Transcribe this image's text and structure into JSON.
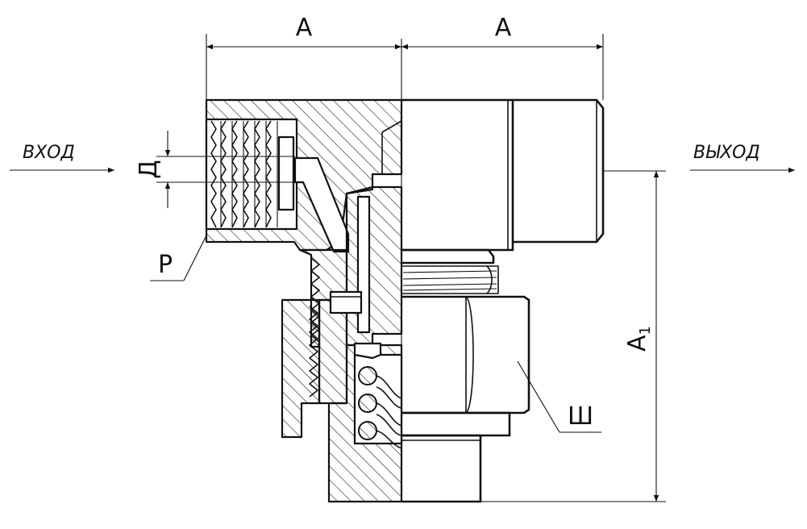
{
  "dimensions": {
    "a_left": "A",
    "a_right": "A",
    "a1_main": "A",
    "a1_sub": "1",
    "d": "Д",
    "p": "Р",
    "sh": "Ш"
  },
  "flow": {
    "inlet": "ВХОД",
    "outlet": "ВЫХОД"
  }
}
